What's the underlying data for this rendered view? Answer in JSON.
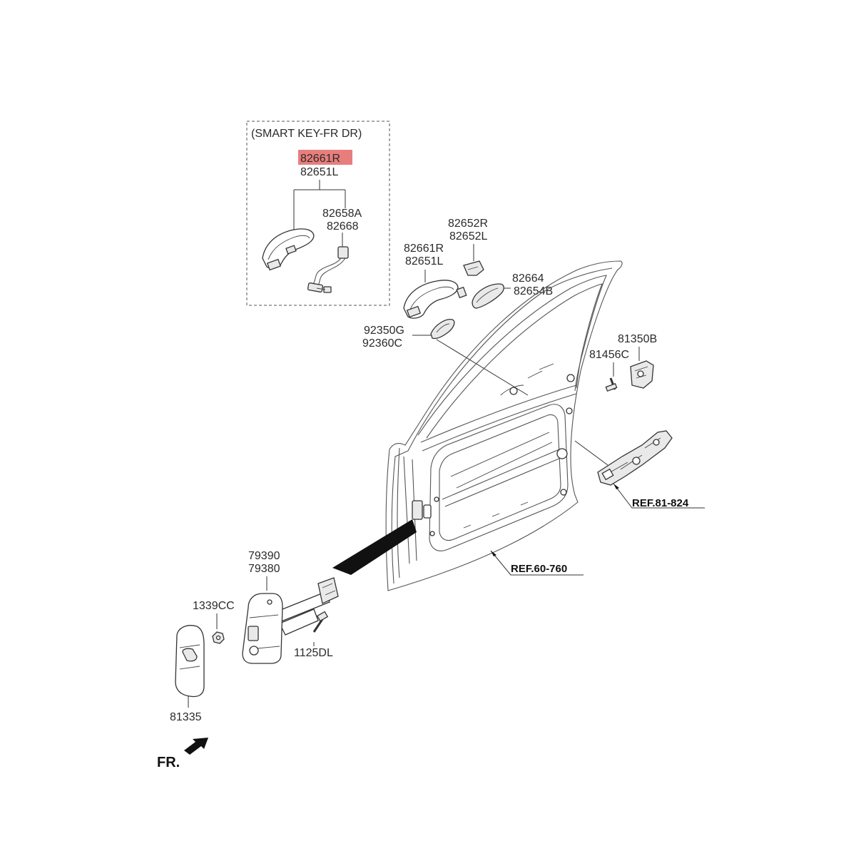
{
  "smart_key_box": {
    "title": "(SMART KEY-FR DR)",
    "highlighted_part": "82661R",
    "part_l": "82651L",
    "part_a": "82658A",
    "part_b": "82668"
  },
  "labels": {
    "l_82652r": "82652R",
    "l_82652l": "82652L",
    "l_82661r": "82661R",
    "l_82651l": "82651L",
    "l_82664": "82664",
    "l_82654b": "82654B",
    "l_92350g": "92350G",
    "l_92360c": "92360C",
    "l_81350b": "81350B",
    "l_81456c": "81456C",
    "l_79390": "79390",
    "l_79380": "79380",
    "l_1339cc": "1339CC",
    "l_1125dl": "1125DL",
    "l_81335": "81335"
  },
  "references": {
    "ref_lock": "REF.81-824",
    "ref_door": "REF.60-760"
  },
  "direction": {
    "front": "FR."
  },
  "colors": {
    "highlight": "#e87d7d",
    "line": "#333333"
  }
}
